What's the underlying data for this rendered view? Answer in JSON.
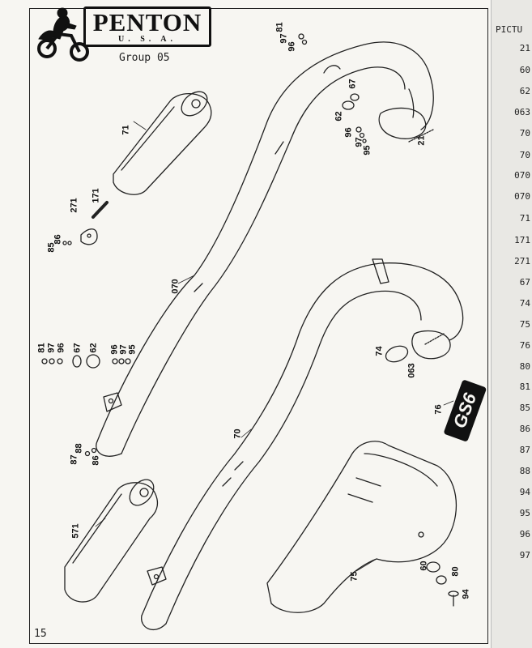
{
  "header": {
    "brand_name": "PENTON",
    "brand_sub": "U. S. A.",
    "group_label": "Group 05"
  },
  "footer": {
    "page_number": "15"
  },
  "callouts": [
    "81",
    "97",
    "96",
    "67",
    "62",
    "96",
    "97",
    "95",
    "21",
    "71",
    "171",
    "271",
    "85",
    "86",
    "070",
    "81",
    "97",
    "96",
    "67",
    "62",
    "96",
    "97",
    "95",
    "88",
    "87",
    "86",
    "70",
    "74",
    "063",
    "76",
    "571",
    "75",
    "60",
    "80",
    "94"
  ],
  "emblem_text": "GS6",
  "parts_table": {
    "header": "PICTU",
    "rows": [
      "21",
      "60",
      "62",
      "063",
      "70",
      "70",
      "070",
      "070",
      "71",
      "171",
      "271",
      "67",
      "74",
      "75",
      "76",
      "80",
      "81",
      "85",
      "86",
      "87",
      "88",
      "94",
      "95",
      "96",
      "97"
    ]
  }
}
